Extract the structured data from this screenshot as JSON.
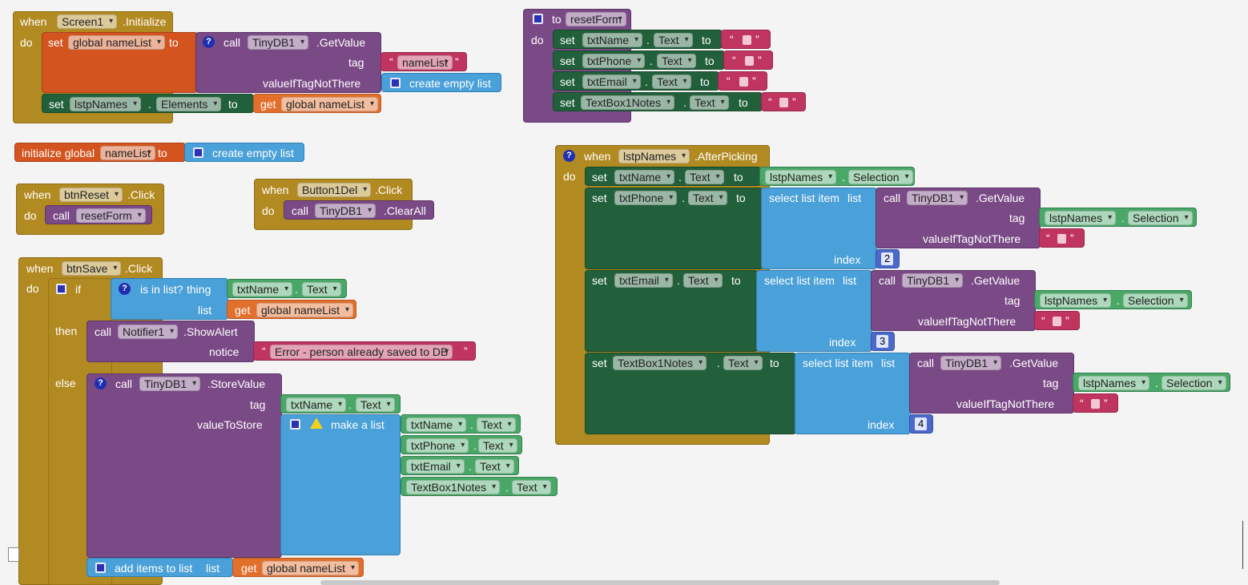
{
  "kw": {
    "when": "when",
    "do": "do",
    "set": "set",
    "to": "to",
    "call": "call",
    "get": "get",
    "dot": ".",
    "if": "if",
    "then": "then",
    "else": "else",
    "index": "index",
    "list": "list",
    "tag": "tag",
    "notice": "notice",
    "valueIfTagNotThere": "valueIfTagNotThere",
    "valueToStore": "valueToStore",
    "thing": "thing",
    "open_quote": "“",
    "close_quote": "”"
  },
  "screen_init": {
    "component": "Screen1",
    "event": ".Initialize",
    "var": "global nameList",
    "db": "TinyDB1",
    "method": ".GetValue",
    "tag_value": "nameList",
    "default": "create empty list",
    "list_comp": "lstpNames",
    "list_prop": "Elements"
  },
  "init_global": {
    "label": "initialize global",
    "name": "nameList",
    "to": "to",
    "value": "create empty list"
  },
  "btn_reset": {
    "component": "btnReset",
    "event": ".Click",
    "proc": "resetForm"
  },
  "btn_del": {
    "component": "Button1Del",
    "event": ".Click",
    "db": "TinyDB1",
    "method": ".ClearAll"
  },
  "reset_form": {
    "header": "to",
    "name": "resetForm",
    "rows": [
      {
        "comp": "txtName",
        "prop": "Text"
      },
      {
        "comp": "txtPhone",
        "prop": "Text"
      },
      {
        "comp": "txtEmail",
        "prop": "Text"
      },
      {
        "comp": "TextBox1Notes",
        "prop": "Text"
      }
    ]
  },
  "btn_save": {
    "component": "btnSave",
    "event": ".Click",
    "is_in_list": "is in list?",
    "thing_comp": "txtName",
    "thing_prop": "Text",
    "list_var": "global nameList",
    "notifier": "Notifier1",
    "notifier_method": ".ShowAlert",
    "notice_text": "Error - person already saved to DB",
    "db": "TinyDB1",
    "store_method": ".StoreValue",
    "tag_comp": "txtName",
    "tag_prop": "Text",
    "make_list": "make a list",
    "items": [
      {
        "comp": "txtName",
        "prop": "Text"
      },
      {
        "comp": "txtPhone",
        "prop": "Text"
      },
      {
        "comp": "txtEmail",
        "prop": "Text"
      },
      {
        "comp": "TextBox1Notes",
        "prop": "Text"
      }
    ],
    "add_items": "add items to list",
    "add_list_var": "global nameList"
  },
  "after_picking": {
    "component": "lstpNames",
    "event": ".AfterPicking",
    "first": {
      "comp": "txtName",
      "prop": "Text",
      "src": "lstpNames",
      "src_prop": "Selection"
    },
    "select_label": "select list item",
    "db": "TinyDB1",
    "method": ".GetValue",
    "rows": [
      {
        "comp": "txtPhone",
        "prop": "Text",
        "index": "2"
      },
      {
        "comp": "txtEmail",
        "prop": "Text",
        "index": "3"
      },
      {
        "comp": "TextBox1Notes",
        "prop": "Text",
        "index": "4"
      }
    ],
    "tag_src": "lstpNames",
    "tag_prop": "Selection"
  }
}
